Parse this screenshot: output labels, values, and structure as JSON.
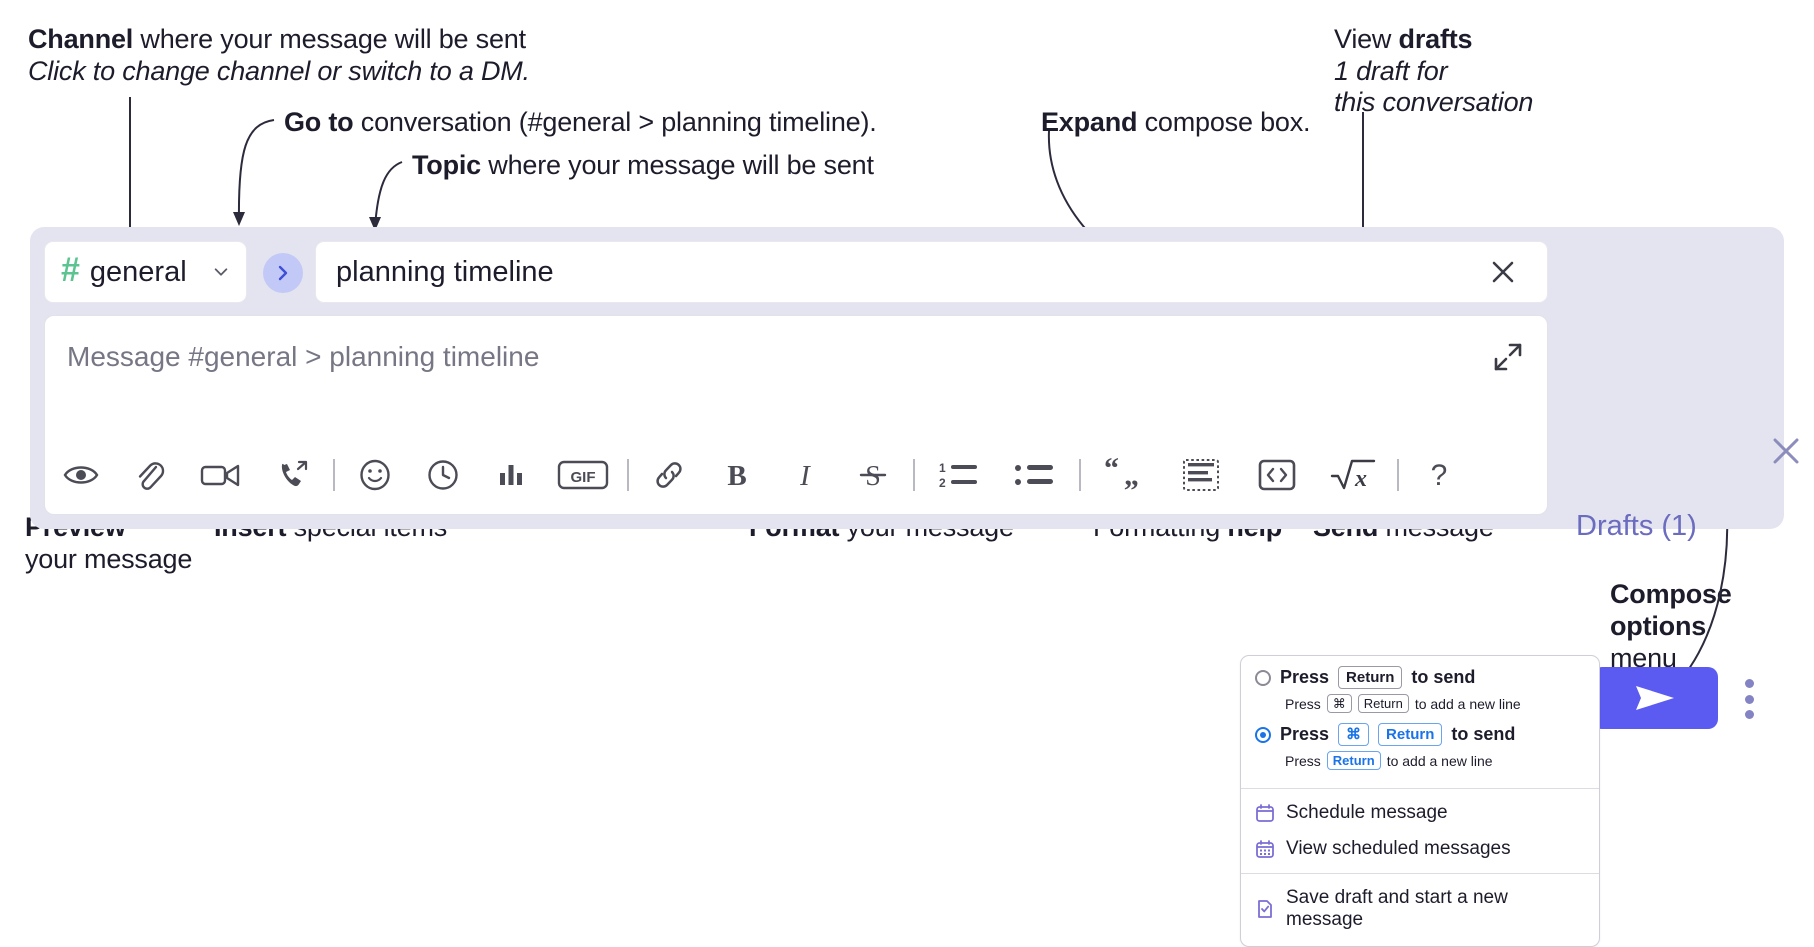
{
  "annotations": {
    "channel": {
      "bold": "Channel",
      "rest": " where your message will be sent",
      "italic": "Click to change channel or switch to a DM."
    },
    "goto": {
      "bold": "Go to",
      "rest": " conversation (#general > planning timeline)."
    },
    "topic": {
      "bold": "Topic",
      "rest": " where your message will be sent"
    },
    "expand": {
      "bold": "Expand",
      "rest": " compose box."
    },
    "drafts": {
      "pre": "View ",
      "bold": "drafts",
      "italic1": "1 draft for",
      "italic2": "this conversation"
    },
    "preview": {
      "bold": "Preview",
      "line2": "your message"
    },
    "insert": {
      "bold": "Insert",
      "rest": " special items"
    },
    "format": {
      "bold": "Format",
      "rest": " your message"
    },
    "help": {
      "pre": "Formatting ",
      "bold": "help"
    },
    "send": {
      "bold": "Send",
      "rest": " message"
    },
    "compose_options": {
      "bold1": "Compose",
      "bold2": "options",
      "rest": "menu"
    }
  },
  "compose": {
    "channel_chip": {
      "hash": "#",
      "name": "general",
      "chevron_icon": "chevron-down-icon"
    },
    "goto_button": {
      "icon": "chevron-right-icon"
    },
    "topic": {
      "value": "planning timeline",
      "clear_icon": "close-icon"
    },
    "message_input": {
      "placeholder": "Message #general > planning timeline"
    },
    "expand_icon": "expand-icon",
    "drafts_label": "Drafts (1)",
    "close_icon": "close-icon",
    "send_button": {
      "icon": "send-icon"
    },
    "options_kebab": {
      "icon": "kebab-menu-icon"
    },
    "toolbar": [
      {
        "name": "preview-icon",
        "label": "Preview"
      },
      {
        "name": "attachment-icon",
        "label": "Attach file"
      },
      {
        "name": "video-icon",
        "label": "Record video clip"
      },
      {
        "name": "audio-call-icon",
        "label": "Record audio clip"
      },
      {
        "name": "divider",
        "label": ""
      },
      {
        "name": "emoji-icon",
        "label": "Emoji"
      },
      {
        "name": "clock-icon",
        "label": "Reminder"
      },
      {
        "name": "poll-icon",
        "label": "Poll"
      },
      {
        "name": "gif-icon",
        "label": "GIF"
      },
      {
        "name": "divider",
        "label": ""
      },
      {
        "name": "link-icon",
        "label": "Link"
      },
      {
        "name": "bold-icon",
        "label": "B"
      },
      {
        "name": "italic-icon",
        "label": "I"
      },
      {
        "name": "strikethrough-icon",
        "label": "S"
      },
      {
        "name": "divider",
        "label": ""
      },
      {
        "name": "ordered-list-icon",
        "label": "Ordered list"
      },
      {
        "name": "bulleted-list-icon",
        "label": "Bulleted list"
      },
      {
        "name": "divider",
        "label": ""
      },
      {
        "name": "blockquote-icon",
        "label": "Blockquote"
      },
      {
        "name": "code-block-icon",
        "label": "Code block"
      },
      {
        "name": "code-icon",
        "label": "Code"
      },
      {
        "name": "latex-icon",
        "label": "Math"
      },
      {
        "name": "divider",
        "label": ""
      },
      {
        "name": "help-icon",
        "label": "?"
      }
    ]
  },
  "options_menu": {
    "radio_options": [
      {
        "selected": false,
        "pre": "Press",
        "keys": [
          "Return"
        ],
        "post": "to send",
        "sub_pre": "Press",
        "sub_keys": [
          "⌘",
          "Return"
        ],
        "sub_post": "to add a new line"
      },
      {
        "selected": true,
        "pre": "Press",
        "keys": [
          "⌘",
          "Return"
        ],
        "post": "to send",
        "sub_pre": "Press",
        "sub_keys": [
          "Return"
        ],
        "sub_post": "to add a new line"
      }
    ],
    "items": [
      {
        "icon": "calendar-icon",
        "label": "Schedule message"
      },
      {
        "icon": "calendar-grid-icon",
        "label": "View scheduled messages"
      },
      {
        "icon": "save-draft-icon",
        "label": "Save draft and start a new message"
      }
    ]
  },
  "colors": {
    "accent_purple": "#5b5bf2",
    "panel_bg": "#e3e4ef",
    "hash_green": "#5bc490",
    "drafts_text": "#6b6bbf",
    "radio_blue": "#1a74e8",
    "menu_icon_purple": "#7b6fd4"
  }
}
